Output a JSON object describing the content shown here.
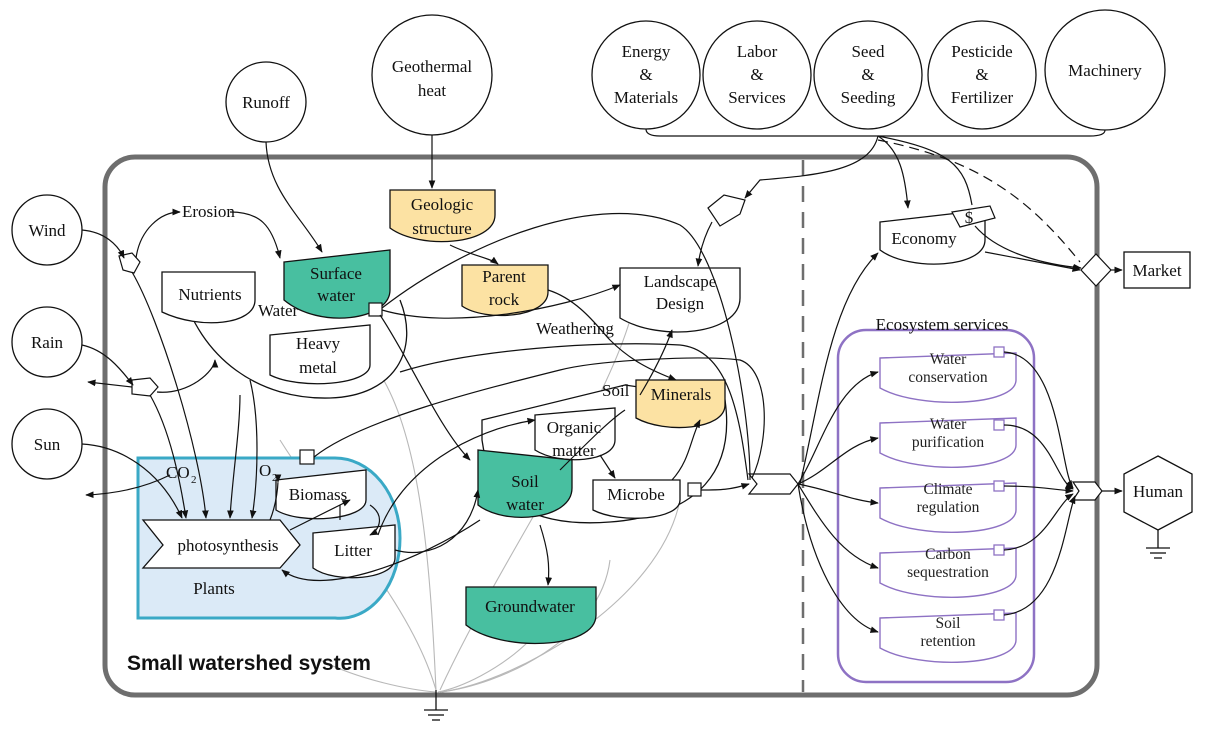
{
  "colors": {
    "system_border": "#6e6e6e",
    "plants_fill": "#dbeaf7",
    "plants_border": "#3aa9c6",
    "water_green": "#48bfa0",
    "geologic_orange": "#fce2a3",
    "ecosystem_purple": "#8e72c4",
    "line": "#111111",
    "gray_line": "#b8b8b8"
  },
  "system": {
    "title": "Small watershed system"
  },
  "sources": {
    "wind": "Wind",
    "rain": "Rain",
    "sun": "Sun",
    "runoff": "Runoff",
    "geothermal_1": "Geothermal",
    "geothermal_2": "heat",
    "energy_1": "Energy",
    "energy_2": "&",
    "energy_3": "Materials",
    "labor_1": "Labor",
    "labor_2": "&",
    "labor_3": "Services",
    "seed_1": "Seed",
    "seed_2": "&",
    "seed_3": "Seeding",
    "pesticide_1": "Pesticide",
    "pesticide_2": "&",
    "pesticide_3": "Fertilizer",
    "machinery": "Machinery"
  },
  "storages": {
    "erosion": "Erosion",
    "nutrients": "Nutrients",
    "water": "Water",
    "surface_water_1": "Surface",
    "surface_water_2": "water",
    "heavy_metal_1": "Heavy",
    "heavy_metal_2": "metal",
    "geologic_1": "Geologic",
    "geologic_2": "structure",
    "parent_rock_1": "Parent",
    "parent_rock_2": "rock",
    "weathering": "Weathering",
    "landscape_1": "Landscape",
    "landscape_2": "Design",
    "soil": "Soil",
    "minerals": "Minerals",
    "organic_1": "Organic",
    "organic_2": "matter",
    "microbe": "Microbe",
    "soil_water_1": "Soil",
    "soil_water_2": "water",
    "groundwater": "Groundwater",
    "biomass": "Biomass",
    "litter": "Litter",
    "photosynthesis": "photosynthesis",
    "plants": "Plants",
    "co2": "CO",
    "co2_sub": "2",
    "o2": "O",
    "o2_sub": "2"
  },
  "economy": {
    "economy": "Economy",
    "dollar": "$",
    "market": "Market"
  },
  "ecosystem_services": {
    "title": "Ecosystem services",
    "items": [
      {
        "line1": "Water",
        "line2": "conservation"
      },
      {
        "line1": "Water",
        "line2": "purification"
      },
      {
        "line1": "Climate",
        "line2": "regulation"
      },
      {
        "line1": "Carbon",
        "line2": "sequestration"
      },
      {
        "line1": "Soil",
        "line2": "retention"
      }
    ]
  },
  "consumer": {
    "human": "Human"
  }
}
